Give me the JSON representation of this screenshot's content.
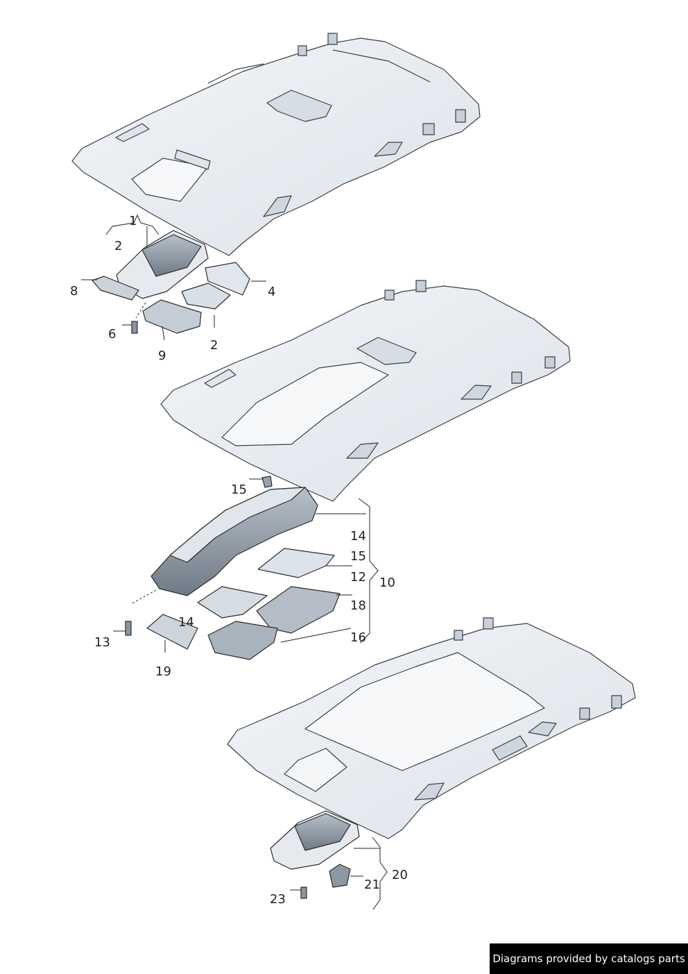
{
  "labels": {
    "l1": "1",
    "l2a": "2",
    "l2b": "2",
    "l4": "4",
    "l6": "6",
    "l8": "8",
    "l9": "9",
    "l10": "10",
    "l12": "12",
    "l13": "13",
    "l14a": "14",
    "l14b": "14",
    "l15a": "15",
    "l15b": "15",
    "l16": "16",
    "l18": "18",
    "l19": "19",
    "l20": "20",
    "l21": "21",
    "l23": "23"
  },
  "credit": "Diagrams provided by catalogs parts",
  "colors": {
    "part_fill": "#e9edf2",
    "part_dark": "#8e98a4",
    "line": "#2b2b2b",
    "credit_bg": "#000000"
  }
}
